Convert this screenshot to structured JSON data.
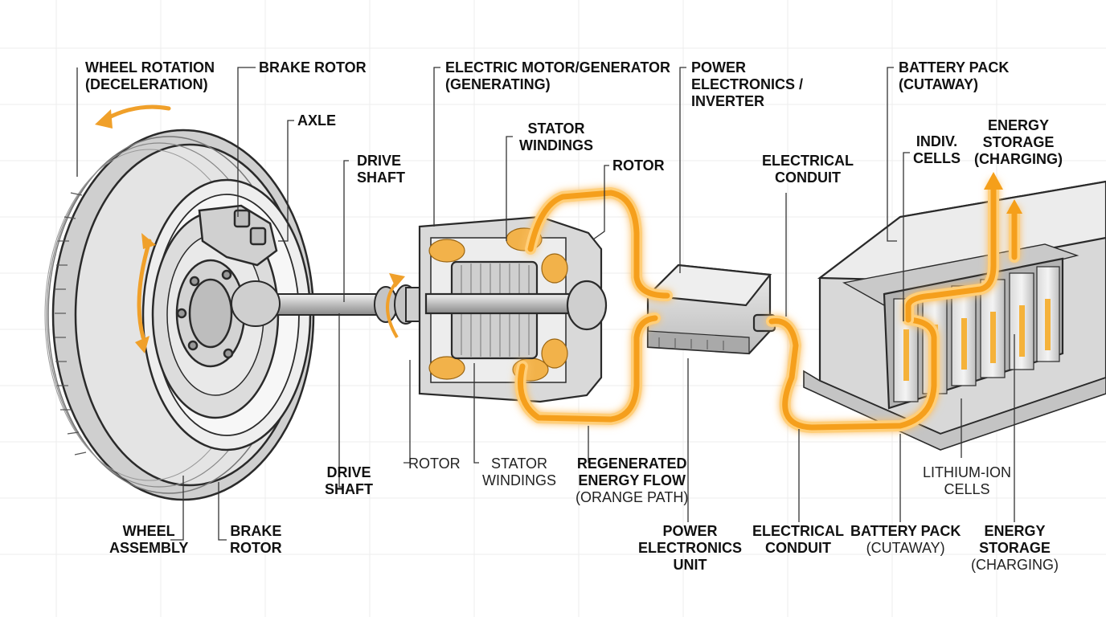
{
  "colors": {
    "energy_path": "#f5a623",
    "energy_glow": "#ffd089",
    "outline": "#2a2a2a",
    "metal": "#d6d6d6",
    "grid": "#ececec"
  },
  "icons": [
    "rotation-arrow-icon",
    "energy-up-arrow-icon"
  ],
  "top_labels": {
    "wheel_rotation": [
      "WHEEL ROTATION",
      "(DECELERATION)"
    ],
    "brake_rotor": [
      "BRAKE ROTOR"
    ],
    "axle": [
      "AXLE"
    ],
    "drive_shaft": [
      "DRIVE",
      "SHAFT"
    ],
    "motor_generator": [
      "ELECTRIC MOTOR/GENERATOR",
      "(GENERATING)"
    ],
    "stator_windings": [
      "STATOR",
      "WINDINGS"
    ],
    "rotor": [
      "ROTOR"
    ],
    "power_electronics": [
      "POWER",
      "ELECTRONICS /",
      "INVERTER"
    ],
    "electrical_conduit": [
      "ELECTRICAL",
      "CONDUIT"
    ],
    "battery_pack": [
      "BATTERY PACK",
      "(CUTAWAY)"
    ],
    "indiv_cells": [
      "INDIV.",
      "CELLS"
    ],
    "energy_storage": [
      "ENERGY",
      "STORAGE",
      "(CHARGING)"
    ]
  },
  "bottom_labels": {
    "wheel_assembly": [
      "WHEEL",
      "ASSEMBLY"
    ],
    "brake_rotor": [
      "BRAKE",
      "ROTOR"
    ],
    "drive_shaft": [
      "DRIVE",
      "SHAFT"
    ],
    "rotor": [
      "ROTOR"
    ],
    "stator_windings": [
      "STATOR",
      "WINDINGS"
    ],
    "regenerated_energy_flow": [
      "REGENERATED",
      "ENERGY FLOW",
      "(ORANGE PATH)"
    ],
    "power_electronics_unit": [
      "POWER",
      "ELECTRONICS",
      "UNIT"
    ],
    "electrical_conduit": [
      "ELECTRICAL",
      "CONDUIT"
    ],
    "battery_pack": [
      "BATTERY PACK",
      "(CUTAWAY)"
    ],
    "lithium_ion_cells": [
      "LITHIUM-ION",
      "CELLS"
    ],
    "energy_storage": [
      "ENERGY",
      "STORAGE",
      "(CHARGING)"
    ]
  }
}
